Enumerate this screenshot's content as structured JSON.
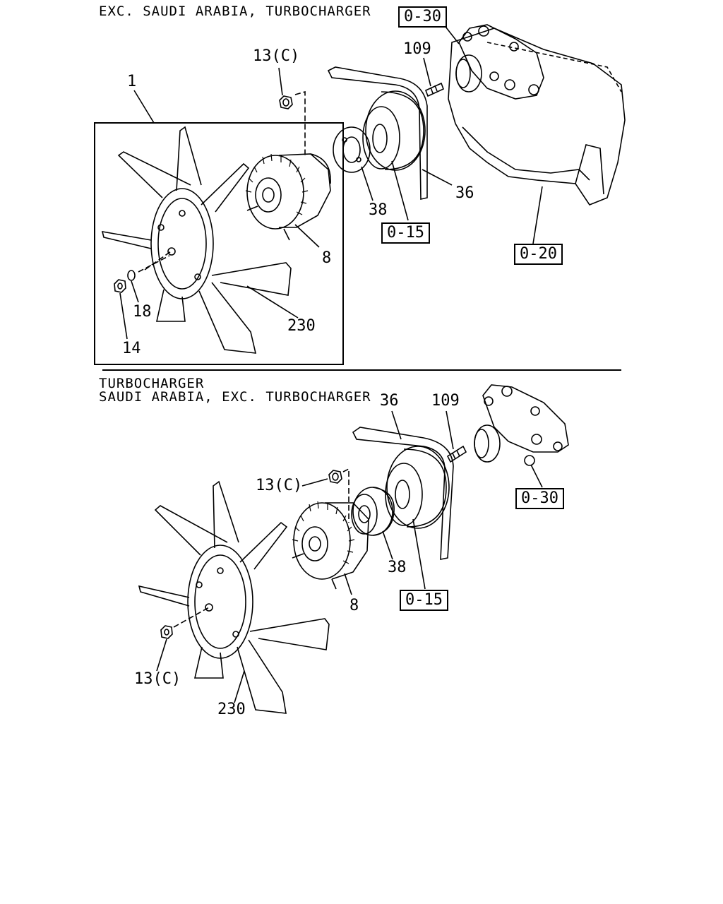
{
  "upper": {
    "heading": "EXC. SAUDI ARABIA, TURBOCHARGER",
    "callouts": {
      "box_030": "0-30",
      "box_015": "0-15",
      "box_020": "0-20",
      "p109": "109",
      "p13c": "13(C)",
      "p1": "1",
      "p36": "36",
      "p38": "38",
      "p8": "8",
      "p18": "18",
      "p230": "230",
      "p14": "14"
    }
  },
  "lower": {
    "heading_line1": "TURBOCHARGER",
    "heading_line2": "SAUDI ARABIA, EXC. TURBOCHARGER",
    "callouts": {
      "p36": "36",
      "p109": "109",
      "p13c_a": "13(C)",
      "box_030": "0-30",
      "p38": "38",
      "box_015": "0-15",
      "p8": "8",
      "p13c_b": "13(C)",
      "p230": "230"
    }
  }
}
